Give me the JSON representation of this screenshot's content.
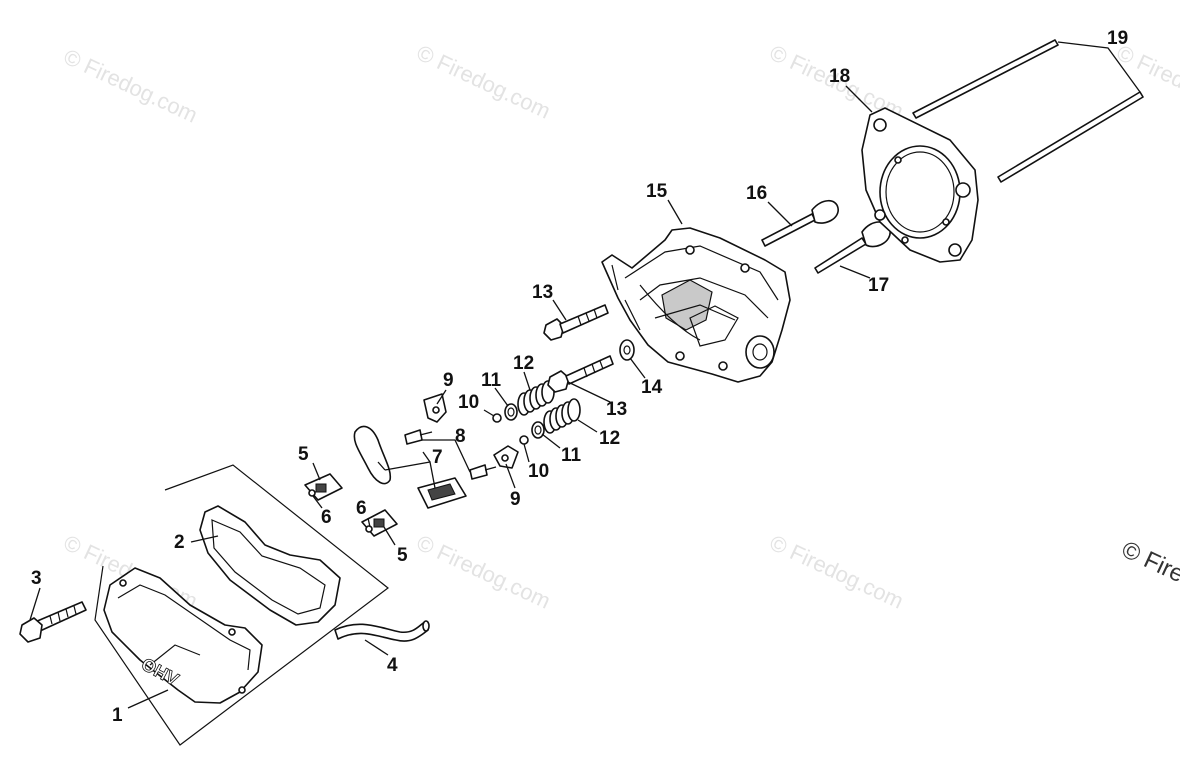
{
  "watermark": "© Firedog.com",
  "watermark_edge": "© Fire",
  "cover_stamp": "OHV",
  "callouts": [
    {
      "id": "c1",
      "text": "1"
    },
    {
      "id": "c2",
      "text": "2"
    },
    {
      "id": "c3",
      "text": "3"
    },
    {
      "id": "c4",
      "text": "4"
    },
    {
      "id": "c5a",
      "text": "5"
    },
    {
      "id": "c5b",
      "text": "5"
    },
    {
      "id": "c6a",
      "text": "6"
    },
    {
      "id": "c6b",
      "text": "6"
    },
    {
      "id": "c7",
      "text": "7"
    },
    {
      "id": "c8",
      "text": "8"
    },
    {
      "id": "c9a",
      "text": "9"
    },
    {
      "id": "c9b",
      "text": "9"
    },
    {
      "id": "c10a",
      "text": "10"
    },
    {
      "id": "c10b",
      "text": "10"
    },
    {
      "id": "c11a",
      "text": "11"
    },
    {
      "id": "c11b",
      "text": "11"
    },
    {
      "id": "c12a",
      "text": "12"
    },
    {
      "id": "c12b",
      "text": "12"
    },
    {
      "id": "c13a",
      "text": "13"
    },
    {
      "id": "c13b",
      "text": "13"
    },
    {
      "id": "c14",
      "text": "14"
    },
    {
      "id": "c15",
      "text": "15"
    },
    {
      "id": "c16",
      "text": "16"
    },
    {
      "id": "c17",
      "text": "17"
    },
    {
      "id": "c18",
      "text": "18"
    },
    {
      "id": "c19",
      "text": "19"
    }
  ]
}
